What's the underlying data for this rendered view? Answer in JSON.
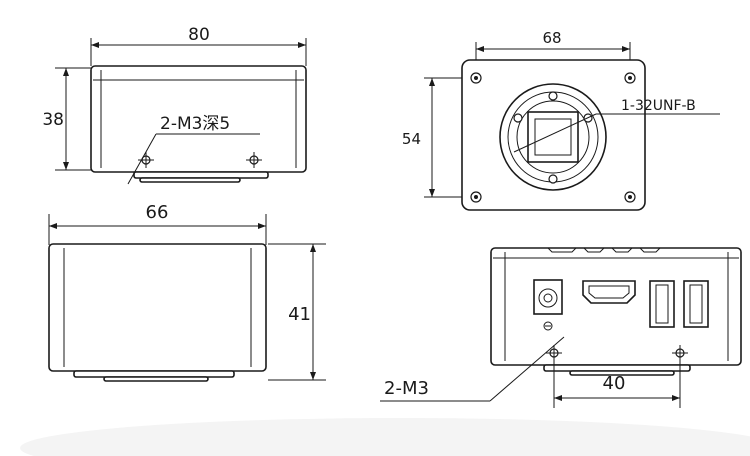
{
  "views": {
    "top_left": {
      "width_label": "80",
      "height_label": "38",
      "callout_label": "2-M3深5"
    },
    "top_right": {
      "width_label": "68",
      "height_label": "54",
      "callout_label": "1-32UNF-B"
    },
    "bottom_left": {
      "width_label": "66",
      "height_label": "41"
    },
    "bottom_right": {
      "width_label": "40",
      "callout_label": "2-M3"
    }
  }
}
